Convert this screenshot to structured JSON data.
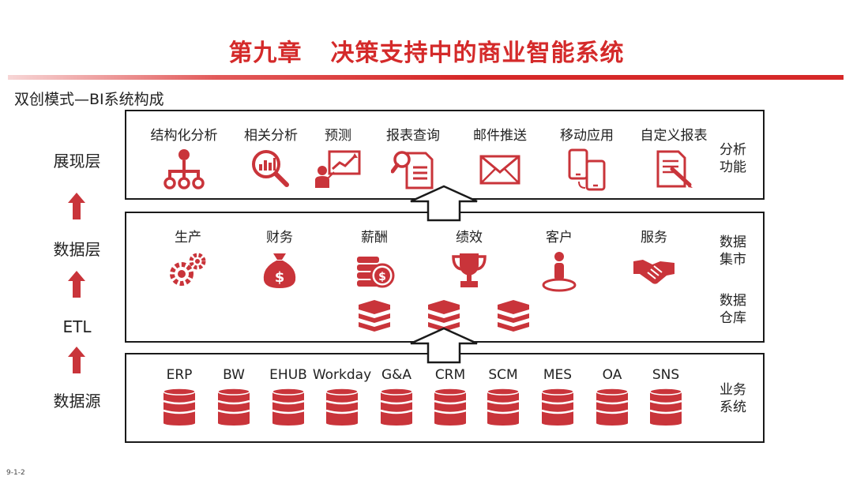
{
  "title": {
    "chapter": "第九章",
    "text": "决策支持中的商业智能系统"
  },
  "subtitle": "双创模式—BI系统构成",
  "layers": [
    "展现层",
    "数据层",
    "ETL",
    "数据源"
  ],
  "analysis": {
    "items": [
      {
        "label": "结构化分析",
        "icon": "hierarchy-icon"
      },
      {
        "label": "相关分析",
        "icon": "magnifier-chart-icon"
      },
      {
        "label": "预测",
        "icon": "presenter-chart-icon"
      },
      {
        "label": "报表查询",
        "icon": "report-search-icon"
      },
      {
        "label": "邮件推送",
        "icon": "envelope-icon"
      },
      {
        "label": "移动应用",
        "icon": "mobile-devices-icon"
      },
      {
        "label": "自定义报表",
        "icon": "document-pen-icon"
      }
    ],
    "side_label": [
      "分析",
      "功能"
    ]
  },
  "datamart": {
    "items": [
      {
        "label": "生产",
        "icon": "gears-icon"
      },
      {
        "label": "财务",
        "icon": "money-bag-icon"
      },
      {
        "label": "薪酬",
        "icon": "coins-icon"
      },
      {
        "label": "绩效",
        "icon": "trophy-icon"
      },
      {
        "label": "客户",
        "icon": "person-icon"
      },
      {
        "label": "服务",
        "icon": "handshake-icon"
      }
    ],
    "side_label": [
      "数据",
      "集市"
    ],
    "warehouse_label": [
      "数据",
      "仓库"
    ]
  },
  "sources": {
    "items": [
      "ERP",
      "BW",
      "EHUB",
      "Workday",
      "G&A",
      "CRM",
      "SCM",
      "MES",
      "OA",
      "SNS"
    ],
    "side_label": [
      "业务",
      "系统"
    ]
  },
  "footer": "9-1-2",
  "colors": {
    "accent": "#d42a2a",
    "icon": "#c9343a",
    "border": "#1a1a1a"
  }
}
